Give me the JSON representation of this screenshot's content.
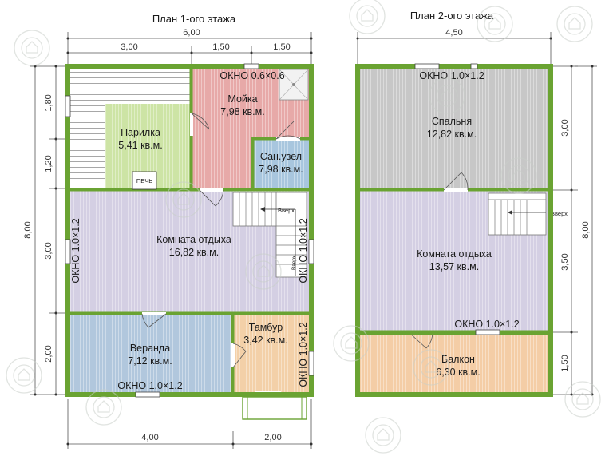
{
  "floor1": {
    "title": "План 1-ого этажа",
    "dims_top": {
      "total": "6,00",
      "a": "3,00",
      "b": "1,50",
      "c": "1,50"
    },
    "dims_left": {
      "total": "8,00",
      "a": "1,80",
      "b": "1,20",
      "c": "3,00",
      "d": "2,00"
    },
    "dims_bottom": {
      "a": "4,00",
      "b": "2,00"
    },
    "rooms": {
      "sauna": {
        "name": "Парилка",
        "area": "5,41 кв.м."
      },
      "wash": {
        "name": "Мойка",
        "area": "7,98 кв.м."
      },
      "wc": {
        "name": "Сан.узел",
        "area": "7,98 кв.м."
      },
      "lounge": {
        "name": "Комната отдыха",
        "area": "16,82 кв.м."
      },
      "veranda": {
        "name": "Веранда",
        "area": "7,12 кв.м."
      },
      "vestibule": {
        "name": "Тамбур",
        "area": "3,42 кв.м."
      }
    },
    "stove": "ПЕЧЬ",
    "stair_up": "Вверх",
    "windows": {
      "top": "ОКНО 0.6×0.6",
      "left": "ОКНО 1.0×1.2",
      "right_lounge": "ОКНО 1.0×1.2",
      "right_vestibule": "ОКНО 1.0×1.2",
      "bottom": "ОКНО 1.0×1.2"
    }
  },
  "floor2": {
    "title": "План 2-ого этажа",
    "dims_top": {
      "total": "4,50"
    },
    "dims_right": {
      "total": "8,00",
      "a": "3,00",
      "b": "3,50",
      "c": "1,50"
    },
    "rooms": {
      "bedroom": {
        "name": "Спальня",
        "area": "12,82 кв.м."
      },
      "lounge": {
        "name": "Комната отдыха",
        "area": "13,57 кв.м."
      },
      "balcony": {
        "name": "Балкон",
        "area": "6,30 кв.м."
      }
    },
    "stair_up": "Вверх",
    "windows": {
      "top": "ОКНО 1.0×1.2",
      "balcony": "ОКНО 1.0×1.2"
    }
  },
  "colors": {
    "wall": "#6aa332",
    "sauna": "#cde4a5",
    "wash": "#e7a9a8",
    "wc": "#a8c6de",
    "lounge": "#d4cfe3",
    "veranda": "#b1c7dd",
    "vestibule": "#f3d0a8",
    "bedroom": "#c7c7c7",
    "balcony": "#f4cda6"
  }
}
